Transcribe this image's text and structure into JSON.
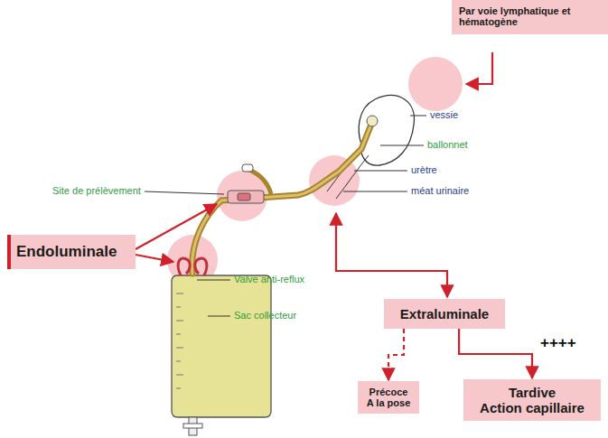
{
  "diagram": {
    "nodes": [
      {
        "text": [
          "Par voie lymphatique et hématogène"
        ]
      },
      {
        "text": [
          "Endoluminale"
        ]
      },
      {
        "text": [
          "Extraluminale"
        ]
      },
      {
        "text": [
          "Précoce",
          "A la pose"
        ]
      },
      {
        "text": [
          "Tardive",
          "Action capillaire"
        ]
      }
    ],
    "edges": [
      {
        "from": 2,
        "to": 3,
        "arrow": "to"
      },
      {
        "from": 2,
        "to": 4,
        "arrow": "to"
      }
    ],
    "labels": [
      "vessie",
      "ballonnet",
      "urètre",
      "méat urinaire",
      "Site de prélèvement",
      "Valve anti-reflux",
      "Sac collecteur",
      "++++"
    ]
  }
}
